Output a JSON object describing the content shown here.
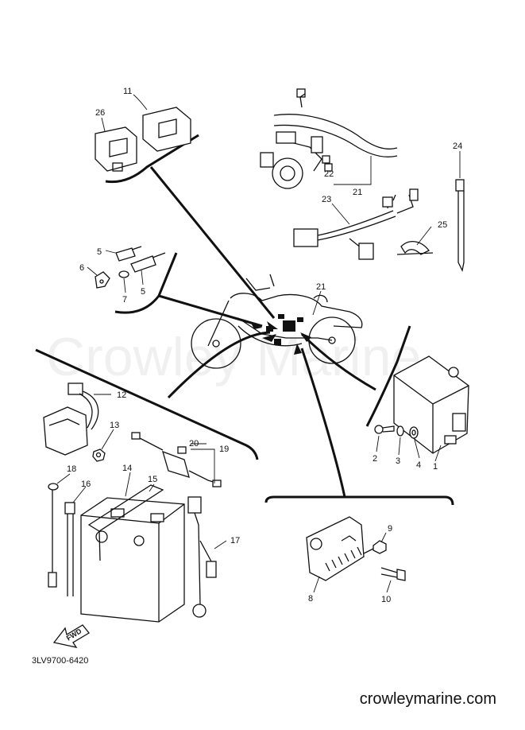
{
  "diagram": {
    "code": "3LV9700-6420",
    "watermark": "Crowley Marine",
    "footer_url": "crowleymarine.com",
    "fwd_label": "FWD",
    "part_numbers": [
      "1",
      "2",
      "3",
      "4",
      "5",
      "5",
      "6",
      "7",
      "8",
      "9",
      "10",
      "11",
      "12",
      "13",
      "14",
      "15",
      "16",
      "17",
      "18",
      "19",
      "20",
      "21",
      "21",
      "22",
      "23",
      "24",
      "25",
      "26"
    ]
  }
}
